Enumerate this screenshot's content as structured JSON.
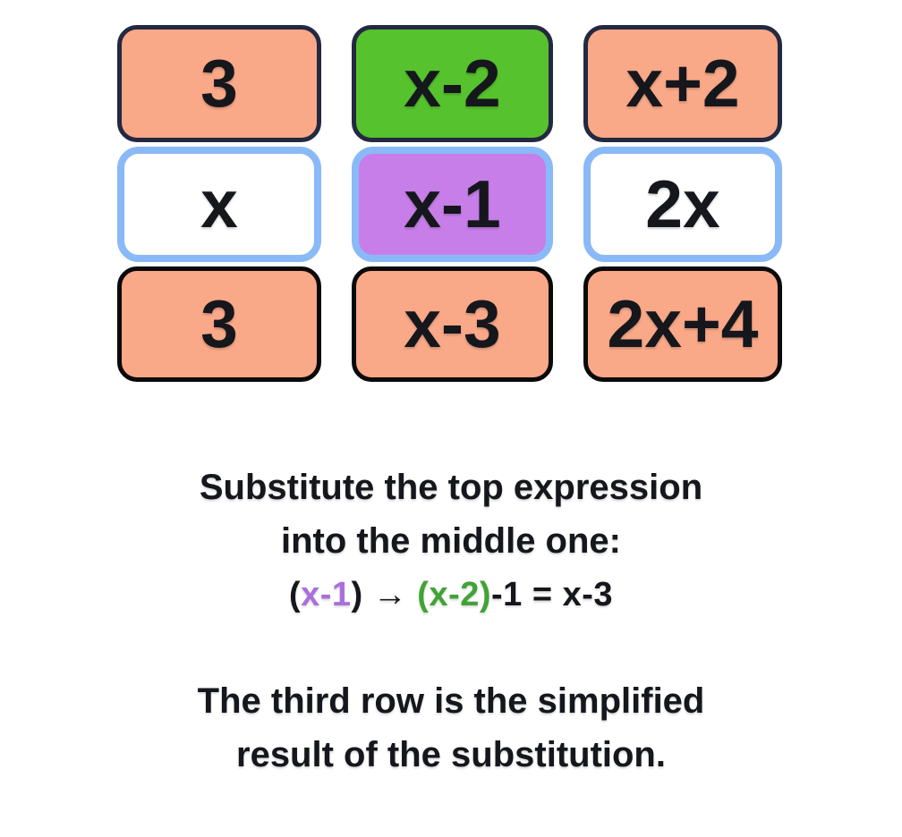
{
  "colors": {
    "background": "#ffffff",
    "salmon_card": "#f9a888",
    "green_card": "#56c22d",
    "purple_card": "#c77ee8",
    "white_card": "#ffffff",
    "navy_border": "#232940",
    "blue_border": "#8ab9f8",
    "black_border": "#0a0a0a",
    "text": "#15171c",
    "purple_text": "#aa6fdc",
    "green_text": "#41a335"
  },
  "grid": {
    "rows": [
      {
        "name": "top",
        "cells": [
          {
            "label": "3",
            "bg": "#f9a888",
            "border": "#232940"
          },
          {
            "label": "x-2",
            "bg": "#56c22d",
            "border": "#232940"
          },
          {
            "label": "x+2",
            "bg": "#f9a888",
            "border": "#232940"
          }
        ]
      },
      {
        "name": "middle",
        "cells": [
          {
            "label": "x",
            "bg": "#ffffff",
            "border": "#8ab9f8"
          },
          {
            "label": "x-1",
            "bg": "#c77ee8",
            "border": "#8ab9f8"
          },
          {
            "label": "2x",
            "bg": "#ffffff",
            "border": "#8ab9f8"
          }
        ]
      },
      {
        "name": "bottom",
        "cells": [
          {
            "label": "3",
            "bg": "#f9a888",
            "border": "#0a0a0a"
          },
          {
            "label": "x-3",
            "bg": "#f9a888",
            "border": "#0a0a0a"
          },
          {
            "label": "2x+4",
            "bg": "#f9a888",
            "border": "#0a0a0a"
          }
        ]
      }
    ]
  },
  "caption": {
    "line1": "Substitute the top expression",
    "line2": "into the middle one:",
    "equation": [
      {
        "text": "(",
        "color": "#15171c"
      },
      {
        "text": "x-1",
        "color": "#aa6fdc"
      },
      {
        "text": ")",
        "color": "#15171c"
      },
      {
        "text": " → ",
        "color": "#15171c"
      },
      {
        "text": "(x-2)",
        "color": "#41a335"
      },
      {
        "text": "-1 = x-3",
        "color": "#15171c"
      }
    ],
    "footer_line1": "The third row is the simplified",
    "footer_line2": "result of the substitution."
  }
}
